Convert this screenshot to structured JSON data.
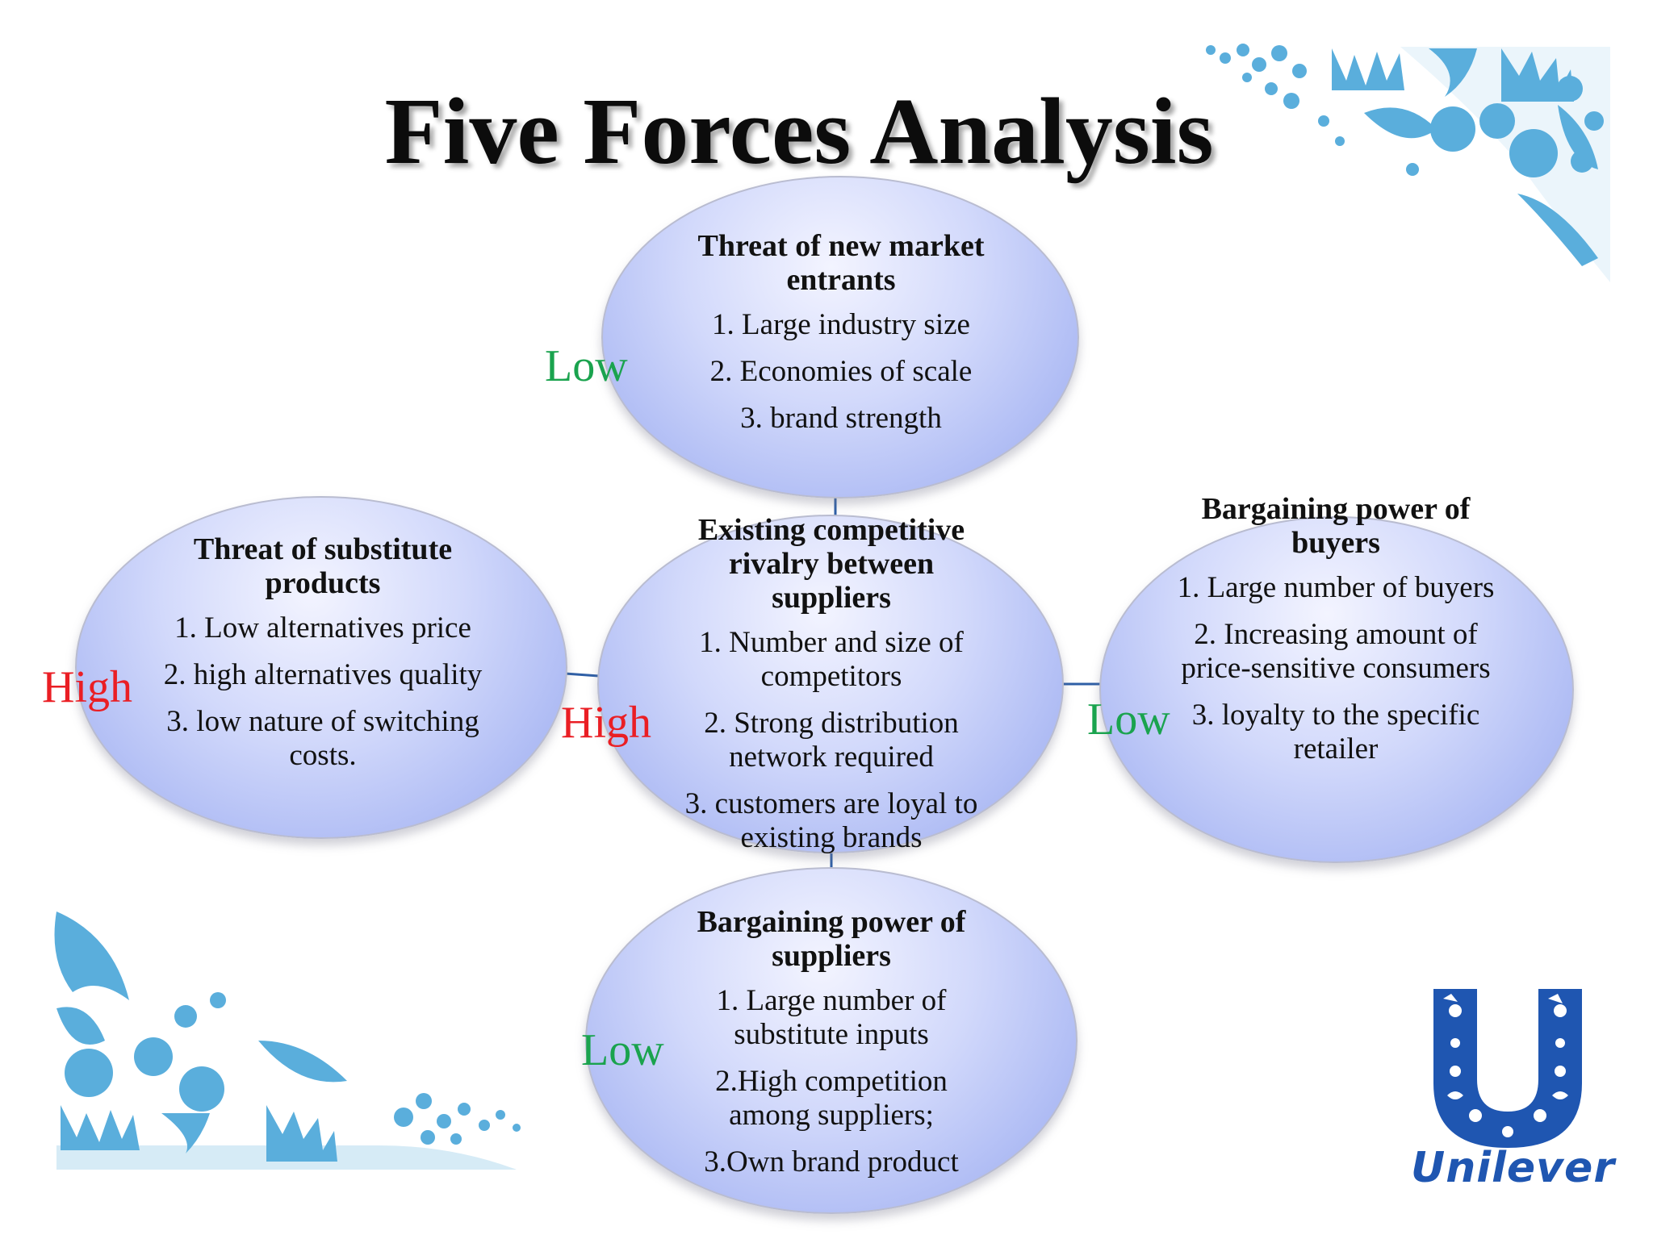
{
  "title": "Five Forces Analysis",
  "forces": {
    "new_entrants": {
      "heading": "Threat of new market entrants",
      "items": [
        "1. Large industry size",
        "2. Economies of scale",
        "3. brand strength"
      ],
      "rating": "Low"
    },
    "substitutes": {
      "heading": "Threat of substitute products",
      "items": [
        "1. Low alternatives price",
        "2. high alternatives quality",
        "3. low nature of switching costs."
      ],
      "rating": "High"
    },
    "rivalry": {
      "heading": "Existing competitive rivalry between suppliers",
      "items": [
        "1. Number and size of competitors",
        "2. Strong distribution network required",
        "3. customers are loyal to existing brands"
      ],
      "rating": "High"
    },
    "buyers": {
      "heading": "Bargaining power of buyers",
      "items": [
        "1. Large number of buyers",
        "2. Increasing amount of price-sensitive consumers",
        "3. loyalty to the specific retailer"
      ],
      "rating": "Low"
    },
    "suppliers": {
      "heading": "Bargaining power of suppliers",
      "items": [
        "1. Large number of substitute inputs",
        "2.High competition among suppliers;",
        "3.Own brand product"
      ],
      "rating": "Low"
    }
  },
  "logo": {
    "text": "Unilever",
    "color": "#1f56b1"
  },
  "colors": {
    "low": "#1aa34e",
    "high": "#ea1e24",
    "ornament": "#5aaedc",
    "oval": "#a9b7f3"
  }
}
